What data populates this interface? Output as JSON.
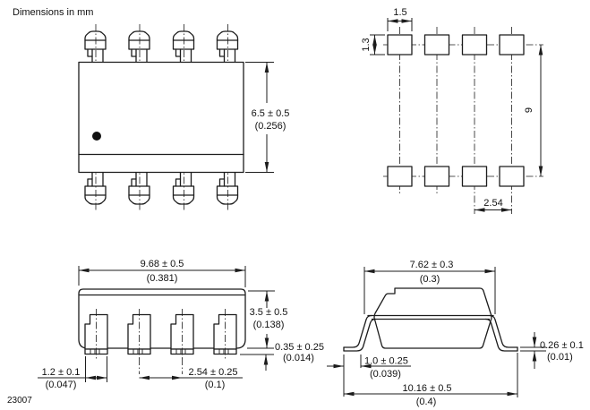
{
  "note": "Dimensions in mm",
  "figure_number": "23007",
  "top_view": {
    "height_mm": "6.5 ± 0.5",
    "height_in": "(0.256)"
  },
  "pad_view": {
    "pad_width": "1.5",
    "pad_height": "1.3",
    "row_span": "9",
    "pitch": "2.54"
  },
  "side_view": {
    "length_mm": "9.68 ± 0.5",
    "length_in": "(0.381)",
    "height_mm": "3.5 ± 0.5",
    "height_in": "(0.138)",
    "standoff_mm": "0.35 ± 0.25",
    "standoff_in": "(0.014)",
    "lead_width_mm": "1.2 ± 0.1",
    "lead_width_in": "(0.047)",
    "pitch_mm": "2.54 ± 0.25",
    "pitch_in": "(0.1)"
  },
  "front_view": {
    "body_width_mm": "7.62 ± 0.3",
    "body_width_in": "(0.3)",
    "lead_thickness_mm": "0.26 ± 0.1",
    "lead_thickness_in": "(0.01)",
    "foot_length_mm": "1.0 ± 0.25",
    "foot_length_in": "(0.039)",
    "overall_width_mm": "10.16 ± 0.5",
    "overall_width_in": "(0.4)"
  }
}
